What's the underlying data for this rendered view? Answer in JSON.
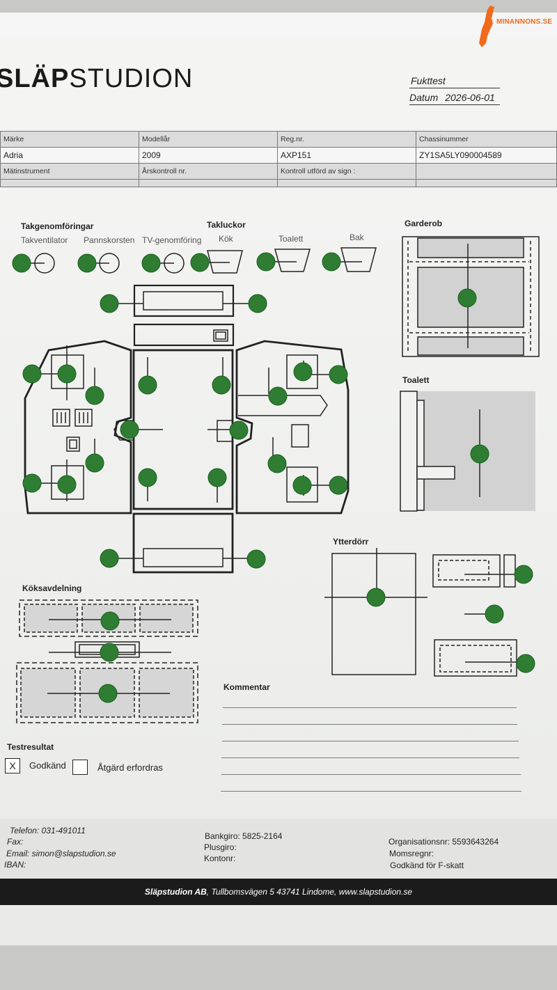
{
  "header": {
    "logo_bold": "SLÄP",
    "logo_light": "STUDION",
    "watermark": "MINANNONS.SE",
    "title": "Fukttest",
    "date_label": "Datum",
    "date_value": "2026-06-01"
  },
  "info_table": {
    "row1": [
      "Märke",
      "Modellår",
      "Reg.nr.",
      "Chassinummer"
    ],
    "row2": [
      "Adria",
      "2009",
      "AXP151",
      "ZY1SA5LY090004589"
    ],
    "row3": [
      "Mätinstrument",
      "Årskontroll nr.",
      "Kontroll utförd av sign :",
      ""
    ]
  },
  "sections": {
    "takgenomforingar": "Takgenomföringar",
    "takventilator": "Takventilator",
    "pannskorsten": "Pannskorsten",
    "tv_genomforing": "TV-genomföring",
    "takluckor": "Takluckor",
    "kok": "Kök",
    "toalett_lucka": "Toalett",
    "bak": "Bak",
    "garderob": "Garderob",
    "toalett": "Toalett",
    "ytterdorr": "Ytterdörr",
    "koksavdelning": "Köksavdelning",
    "kommentar": "Kommentar"
  },
  "result": {
    "heading": "Testresultat",
    "approved_mark": "X",
    "approved_label": "Godkänd",
    "action_mark": "",
    "action_label": "Åtgärd erfordras"
  },
  "footer": {
    "telefon": "Telefon: 031-491011",
    "fax": "Fax:",
    "email": "Email: simon@slapstudion.se",
    "iban": "IBAN:",
    "bankgiro": "Bankgiro: 5825-2164",
    "plusgiro": "Plusgiro:",
    "kontonr": "Kontonr:",
    "orgnr": "Organisationsnr: 5593643264",
    "momsregnr": "Momsregnr:",
    "fskatt": "Godkänd för F-skatt",
    "company": "Släpstudion AB",
    "address": ", Tullbomsvägen 5 43741 Lindome, www.slapstudion.se"
  },
  "colors": {
    "dot": "#2e7d32",
    "brand": "#f06a1a",
    "line": "#222222"
  }
}
